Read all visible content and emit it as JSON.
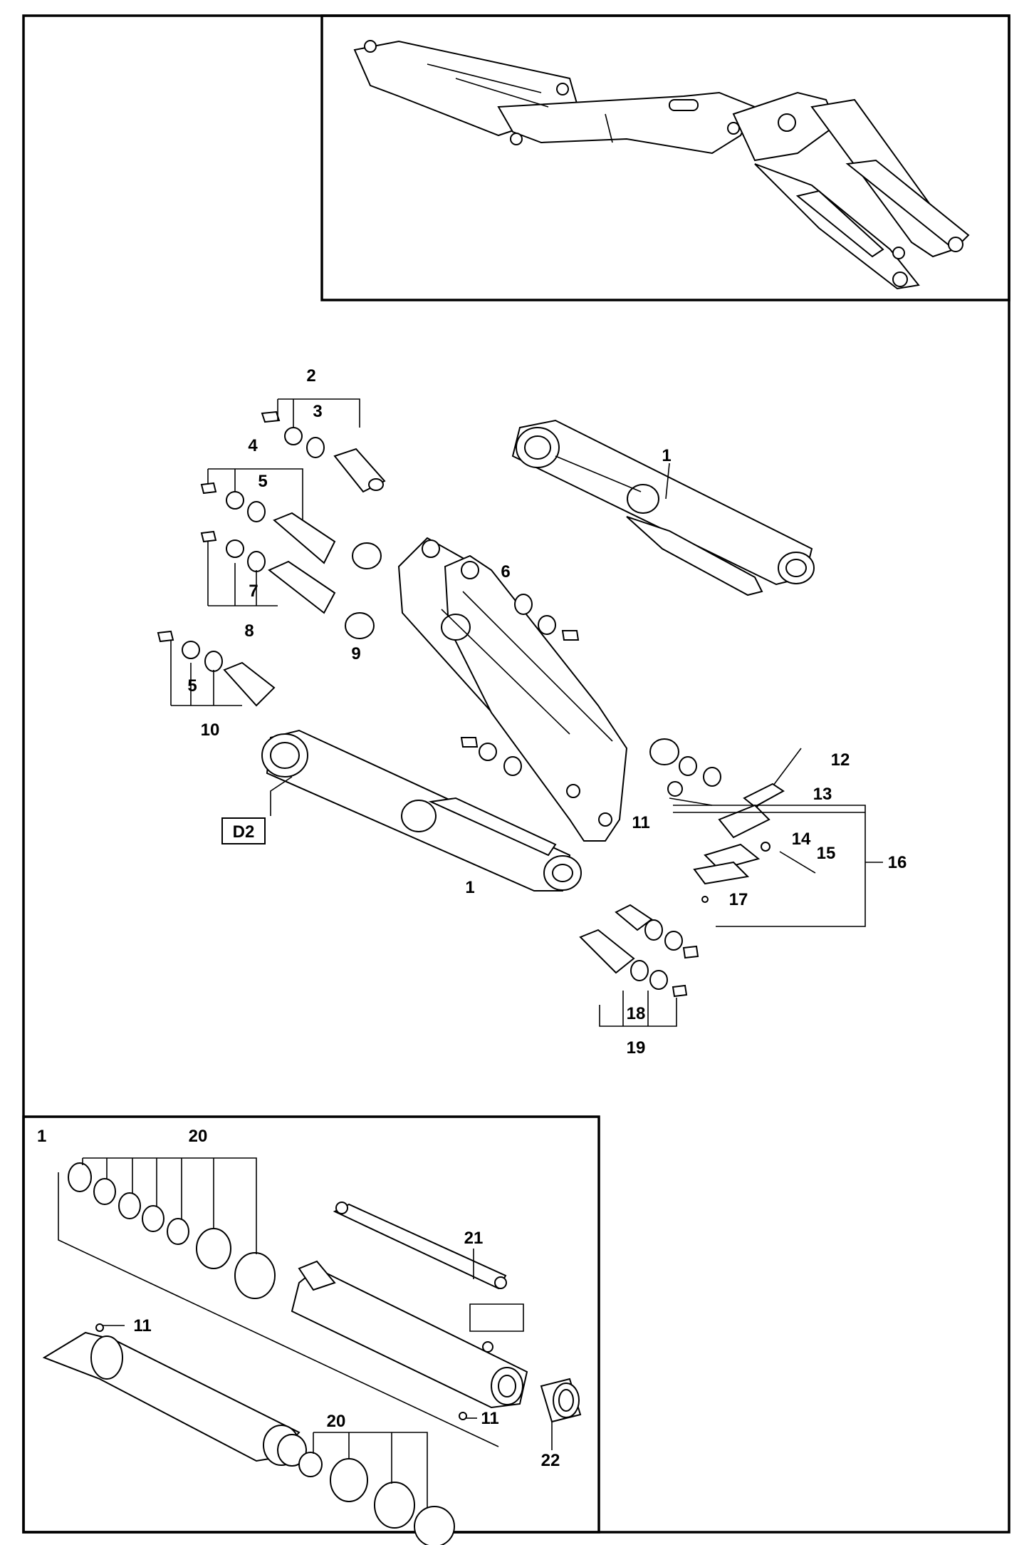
{
  "labels": {
    "l1a": "1",
    "l1b": "1",
    "l1inset": "1",
    "l2": "2",
    "l3": "3",
    "l4": "4",
    "l5a": "5",
    "l5b": "5",
    "l6": "6",
    "l7": "7",
    "l8": "8",
    "l9": "9",
    "l10": "10",
    "l11a": "11",
    "l11b": "11",
    "l11c": "11",
    "l12": "12",
    "l13": "13",
    "l14": "14",
    "l15": "15",
    "l16": "16",
    "l17": "17",
    "l18": "18",
    "l19": "19",
    "l20a": "20",
    "l20b": "20",
    "l21": "21",
    "l22": "22",
    "d2": "D2"
  }
}
